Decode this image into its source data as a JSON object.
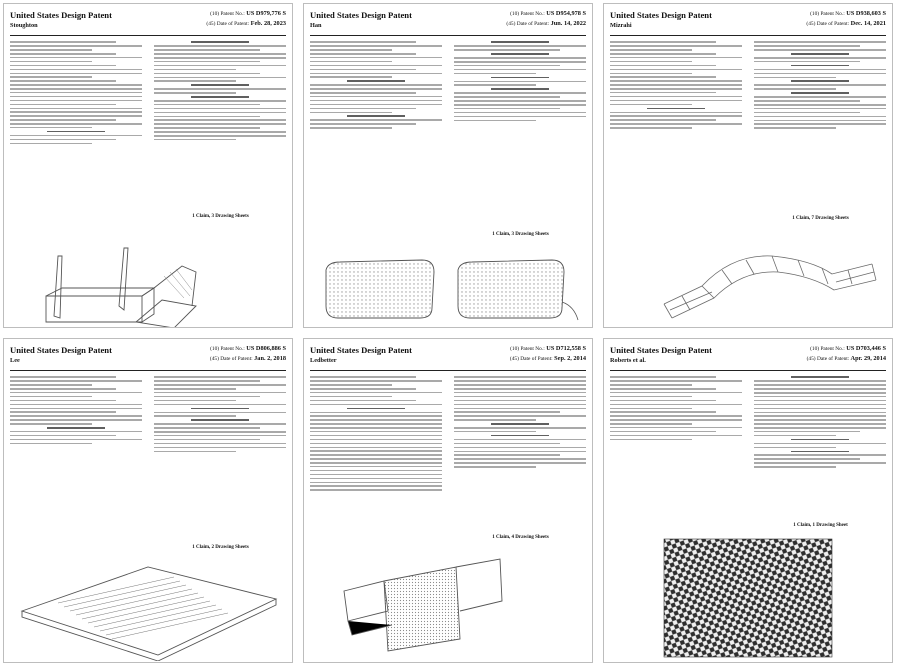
{
  "patents": [
    {
      "title": "United States Design Patent",
      "inventor": "Stoughton",
      "number_label": "(10) Patent No.:",
      "number": "US D979,776 S",
      "date_label": "(45) Date of Patent:",
      "date": "Feb. 28, 2023",
      "drawing": "router-heating-pad"
    },
    {
      "title": "United States Design Patent",
      "inventor": "Han",
      "number_label": "(10) Patent No.:",
      "number": "US D954,978 S",
      "date_label": "(45) Date of Patent:",
      "date": "Jun. 14, 2022",
      "drawing": "two-pads"
    },
    {
      "title": "United States Design Patent",
      "inventor": "Mizrahi",
      "number_label": "(10) Patent No.:",
      "number": "US D938,603 S",
      "date_label": "(45) Date of Patent:",
      "date": "Dec. 14, 2021",
      "drawing": "curved-pad"
    },
    {
      "title": "United States Design Patent",
      "inventor": "Lee",
      "number_label": "(10) Patent No.:",
      "number": "US D806,886 S",
      "date_label": "(45) Date of Patent:",
      "date": "Jan. 2, 2018",
      "drawing": "ribbed-pad"
    },
    {
      "title": "United States Design Patent",
      "inventor": "Ledbetter",
      "number_label": "(10) Patent No.:",
      "number": "US D712,558 S",
      "date_label": "(45) Date of Patent:",
      "date": "Sep. 2, 2014",
      "drawing": "strip-pad"
    },
    {
      "title": "United States Design Patent",
      "inventor": "Roberts et al.",
      "number_label": "(10) Patent No.:",
      "number": "US D703,446 S",
      "date_label": "(45) Date of Patent:",
      "date": "Apr. 29, 2014",
      "drawing": "textured-square"
    }
  ],
  "section_titles": {
    "claim": "CLAIM",
    "description": "DESCRIPTION",
    "references": "References Cited"
  },
  "sheets": [
    "1 Claim, 3 Drawing Sheets",
    "1 Claim, 3 Drawing Sheets",
    "1 Claim, 7 Drawing Sheets",
    "1 Claim, 2 Drawing Sheets",
    "1 Claim, 4 Drawing Sheets",
    "1 Claim, 1 Drawing Sheet"
  ]
}
